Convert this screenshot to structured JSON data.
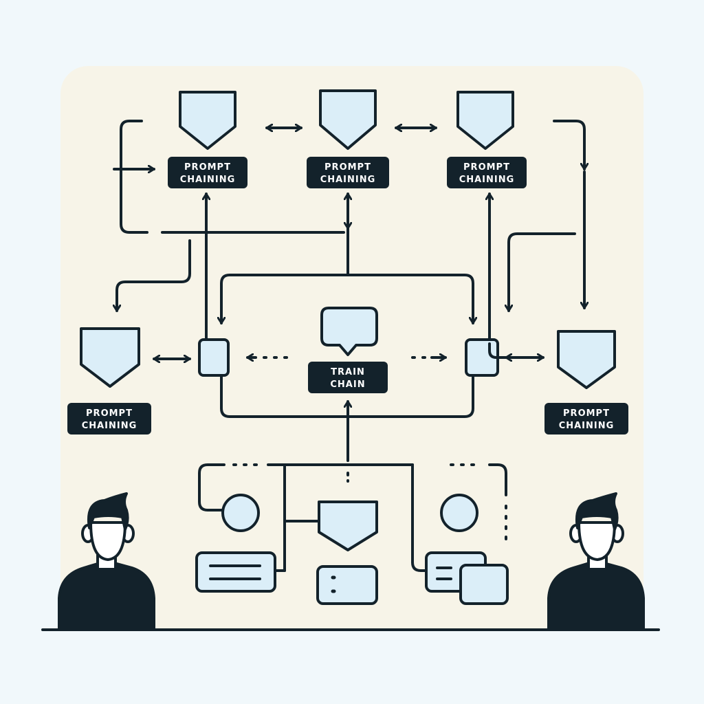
{
  "colors": {
    "background": "#f1f8fb",
    "panel": "#f7f4e8",
    "stroke": "#13222b",
    "node_fill": "#dbeef8",
    "label_fill": "#13222b",
    "label_text": "#ffffff"
  },
  "labels": {
    "top_left": {
      "line1": "PROMPT",
      "line2": "CHAINING"
    },
    "top_center": {
      "line1": "PROMPT",
      "line2": "CHAINING"
    },
    "top_right": {
      "line1": "PROMPT",
      "line2": "CHAINING"
    },
    "mid_left": {
      "line1": "PROMPT",
      "line2": "CHAINING"
    },
    "mid_right": {
      "line1": "PROMPT",
      "line2": "CHAINING"
    },
    "center": {
      "line1": "TRAIN",
      "line2": "CHAIN"
    }
  },
  "icons": {
    "node": "shield-icon",
    "center": "speech-bubble-icon",
    "person": "person-icon",
    "circle": "circle-node-icon",
    "list": "list-card-icon",
    "tag": "tag-icon"
  }
}
